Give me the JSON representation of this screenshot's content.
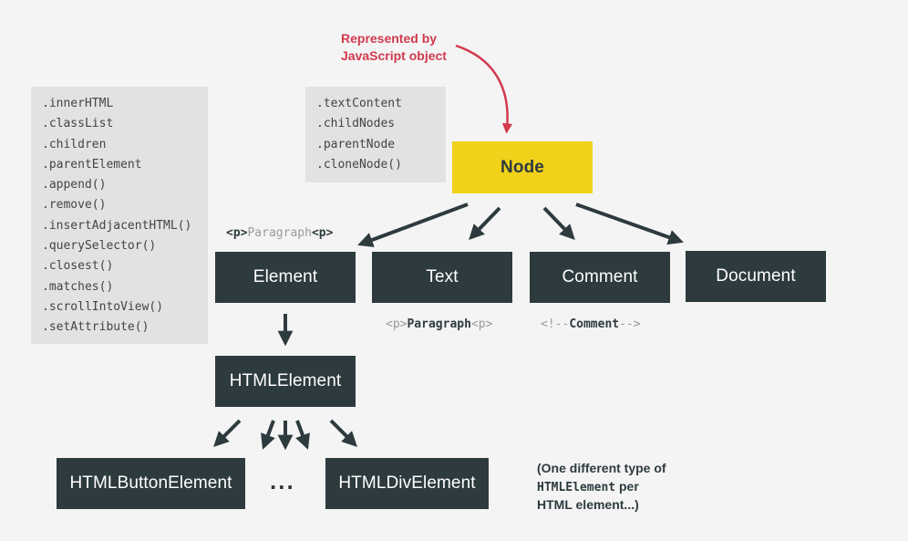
{
  "left_panel": {
    "lines": [
      ".innerHTML",
      ".classList",
      ".children",
      ".parentElement",
      ".append()",
      ".remove()",
      ".insertAdjacentHTML()",
      ".querySelector()",
      ".closest()",
      ".matches()",
      ".scrollIntoView()",
      ".setAttribute()"
    ]
  },
  "mid_panel": {
    "lines": [
      ".textContent",
      ".childNodes",
      ".parentNode",
      ".cloneNode()"
    ]
  },
  "annotation": {
    "line1": "Represented by",
    "line2": "JavaScript object",
    "color": "#d23a4e"
  },
  "nodes": {
    "node": "Node",
    "element": "Element",
    "text": "Text",
    "comment": "Comment",
    "document": "Document",
    "htmlelement": "HTMLElement",
    "button": "HTMLButtonElement",
    "div": "HTMLDivElement"
  },
  "ellipsis": "...",
  "element_example": {
    "open": "<p>",
    "content": "Paragraph",
    "close": "<p>"
  },
  "text_example": {
    "open": "<p>",
    "content": "Paragraph",
    "close": "<p>"
  },
  "comment_example": {
    "open": "<!--",
    "content": "Comment",
    "close": "-->"
  },
  "note": {
    "line1": "(One different type of",
    "code": "HTMLElement",
    "line2_rest": " per",
    "line3": "HTML element...)"
  },
  "colors": {
    "box": "#2d3a3e",
    "node_box": "#f1d21b",
    "panel": "#e2e2e2",
    "background": "#f4f4f4"
  }
}
